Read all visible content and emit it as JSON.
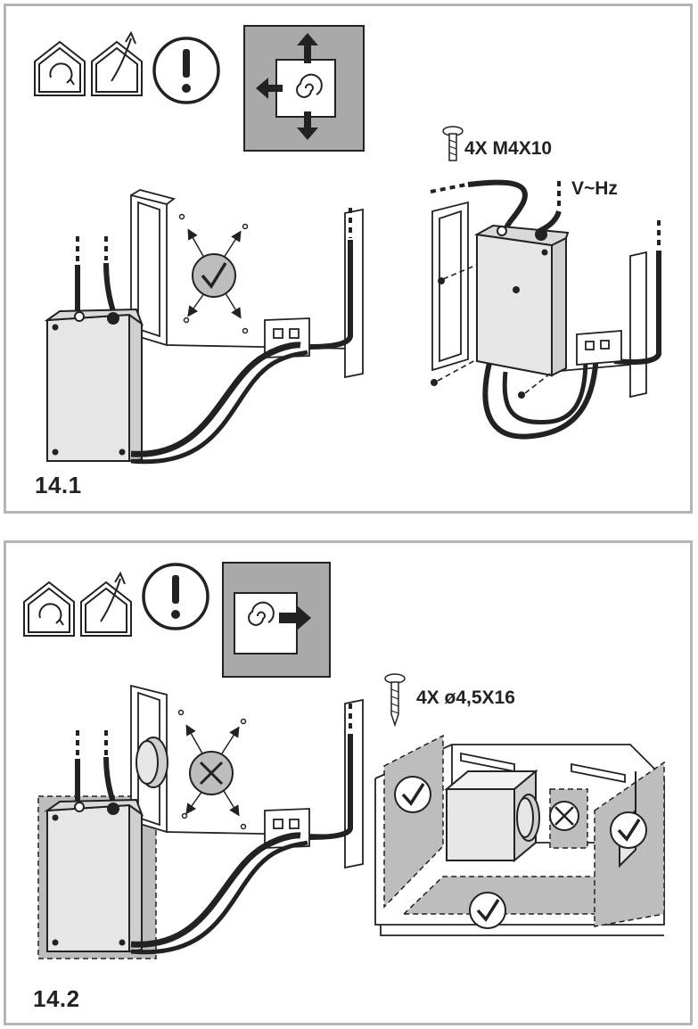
{
  "panels": [
    {
      "step": "14.1",
      "screw_label": "4X M4X10",
      "voltage_label": "V~Hz"
    },
    {
      "step": "14.2",
      "screw_label": "4X ø4,5X16"
    }
  ],
  "colors": {
    "border": "#b5b5b5",
    "box_fill": "#e6e6e6",
    "gray_zone": "#bdbdbd",
    "ink": "#222222",
    "tile_bg": "#a9a9a9"
  },
  "icons": [
    "house-rotate-icon",
    "house-exit-icon",
    "warning-exclamation-icon",
    "fan-airflow-icon",
    "check-icon",
    "cross-icon",
    "screw-icon"
  ]
}
